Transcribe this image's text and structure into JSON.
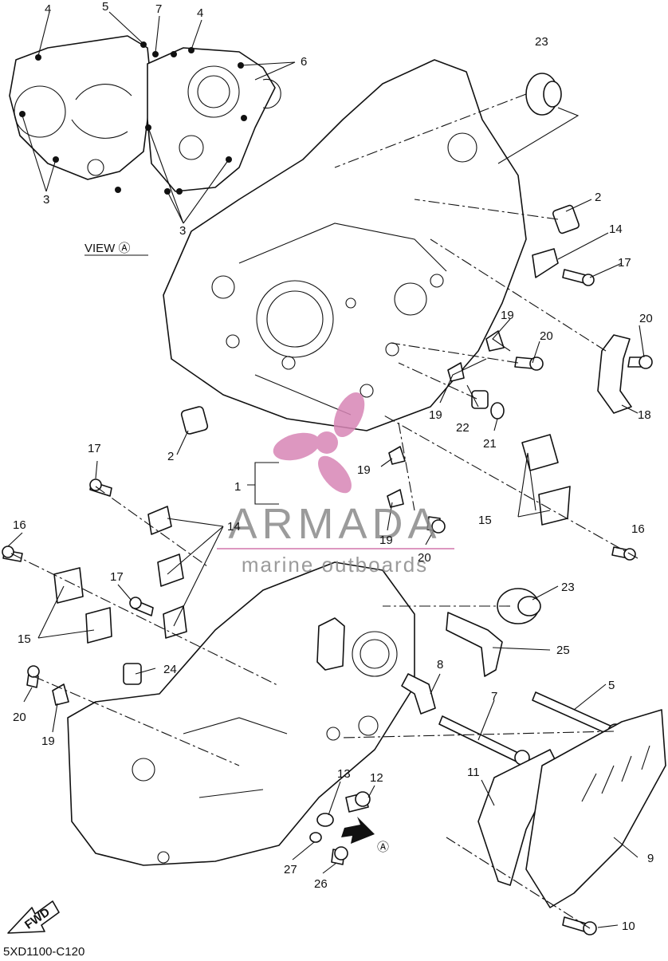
{
  "diagram_code": "5XD1100-C120",
  "view_label": "VIEW Ⓐ",
  "view_marker": "Ⓐ",
  "fwd_label": "FWD",
  "watermark": {
    "brand": "ARMADA",
    "tagline": "marine outboards",
    "color": "#d886b6"
  },
  "callouts": {
    "c1": "1",
    "c2a": "2",
    "c2b": "2",
    "c3a": "3",
    "c3b": "3",
    "c4a": "4",
    "c4b": "4",
    "c5a": "5",
    "c5b": "5",
    "c6": "6",
    "c7a": "7",
    "c7b": "7",
    "c8": "8",
    "c9": "9",
    "c10": "10",
    "c11": "11",
    "c12": "12",
    "c13": "13",
    "c14a": "14",
    "c14b": "14",
    "c15a": "15",
    "c15b": "15",
    "c16a": "16",
    "c16b": "16",
    "c17a": "17",
    "c17b": "17",
    "c17c": "17",
    "c18": "18",
    "c19a": "19",
    "c19b": "19",
    "c19c": "19",
    "c19d": "19",
    "c19e": "19",
    "c20a": "20",
    "c20b": "20",
    "c20c": "20",
    "c20d": "20",
    "c21": "21",
    "c22": "22",
    "c23a": "23",
    "c23b": "23",
    "c24": "24",
    "c25": "25",
    "c26": "26",
    "c27": "27"
  }
}
